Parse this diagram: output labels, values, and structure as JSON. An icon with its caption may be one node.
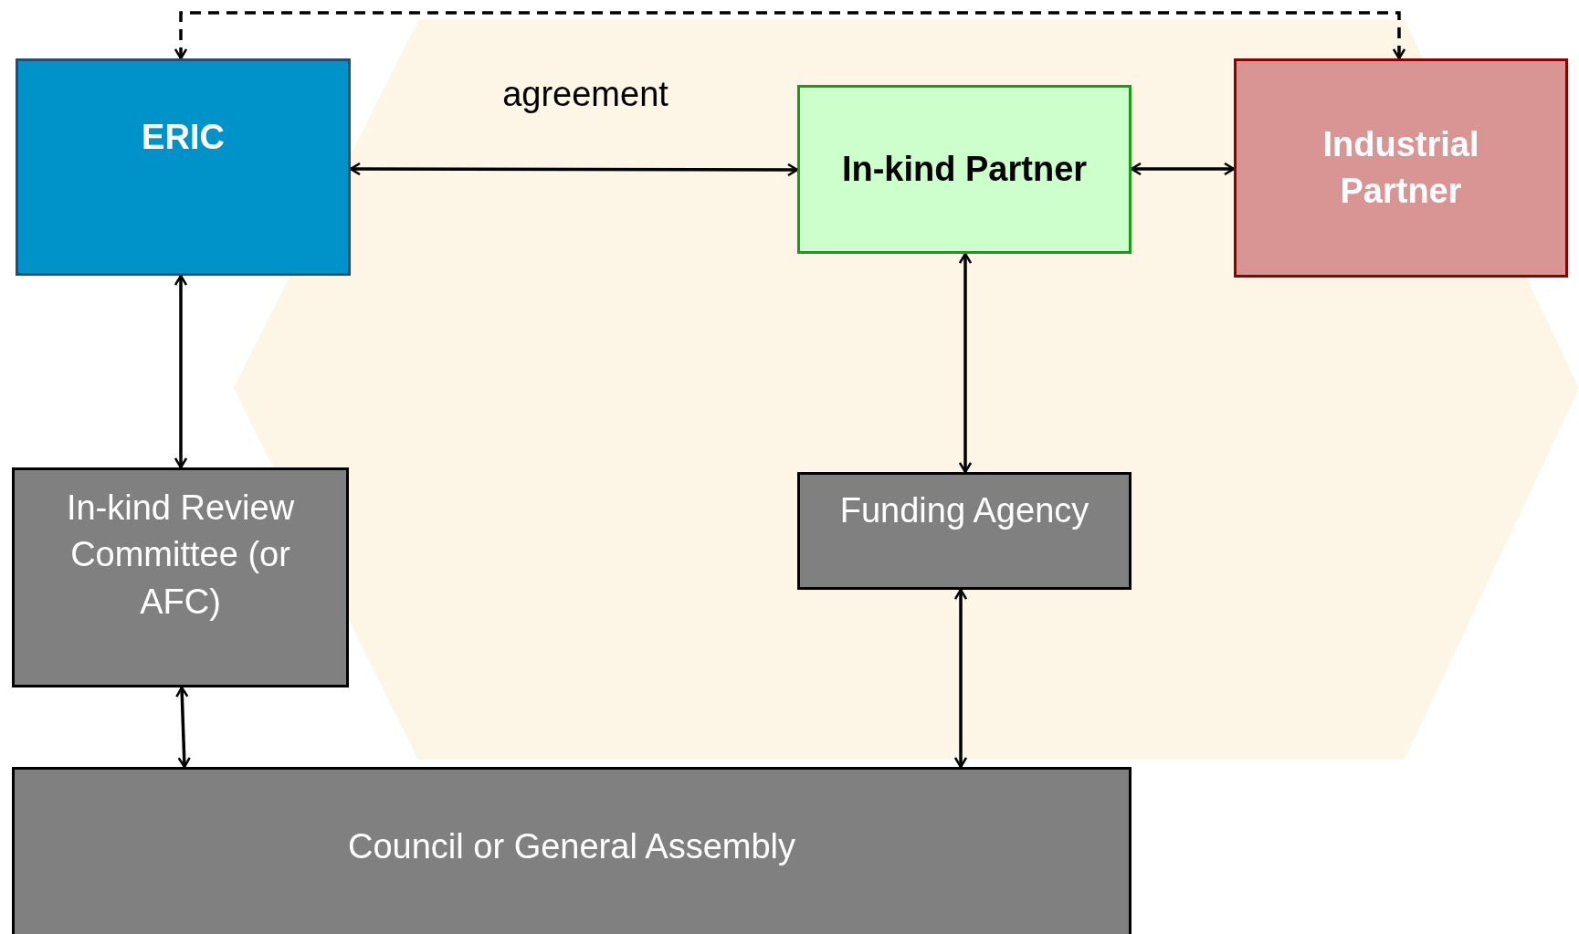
{
  "diagram": {
    "nodes": [
      {
        "text": [
          "ERIC"
        ]
      },
      {
        "text": [
          "In-kind Partner"
        ]
      },
      {
        "text": [
          "Industrial Partner"
        ]
      },
      {
        "text": [
          "In-kind Review Committee (or AFC)"
        ]
      },
      {
        "text": [
          "Funding Agency"
        ]
      },
      {
        "text": [
          "Council or General Assembly"
        ]
      }
    ],
    "edges": [
      {
        "from": 0,
        "to": 1,
        "arrow": "both",
        "label": "agreement"
      },
      {
        "from": 1,
        "to": 2,
        "arrow": "both"
      },
      {
        "from": 0,
        "to": 2,
        "arrow": "both",
        "style": "dashed"
      },
      {
        "from": 0,
        "to": 3,
        "arrow": "both"
      },
      {
        "from": 1,
        "to": 4,
        "arrow": "both"
      },
      {
        "from": 3,
        "to": 5,
        "arrow": "both"
      },
      {
        "from": 4,
        "to": 5,
        "arrow": "both"
      }
    ]
  }
}
